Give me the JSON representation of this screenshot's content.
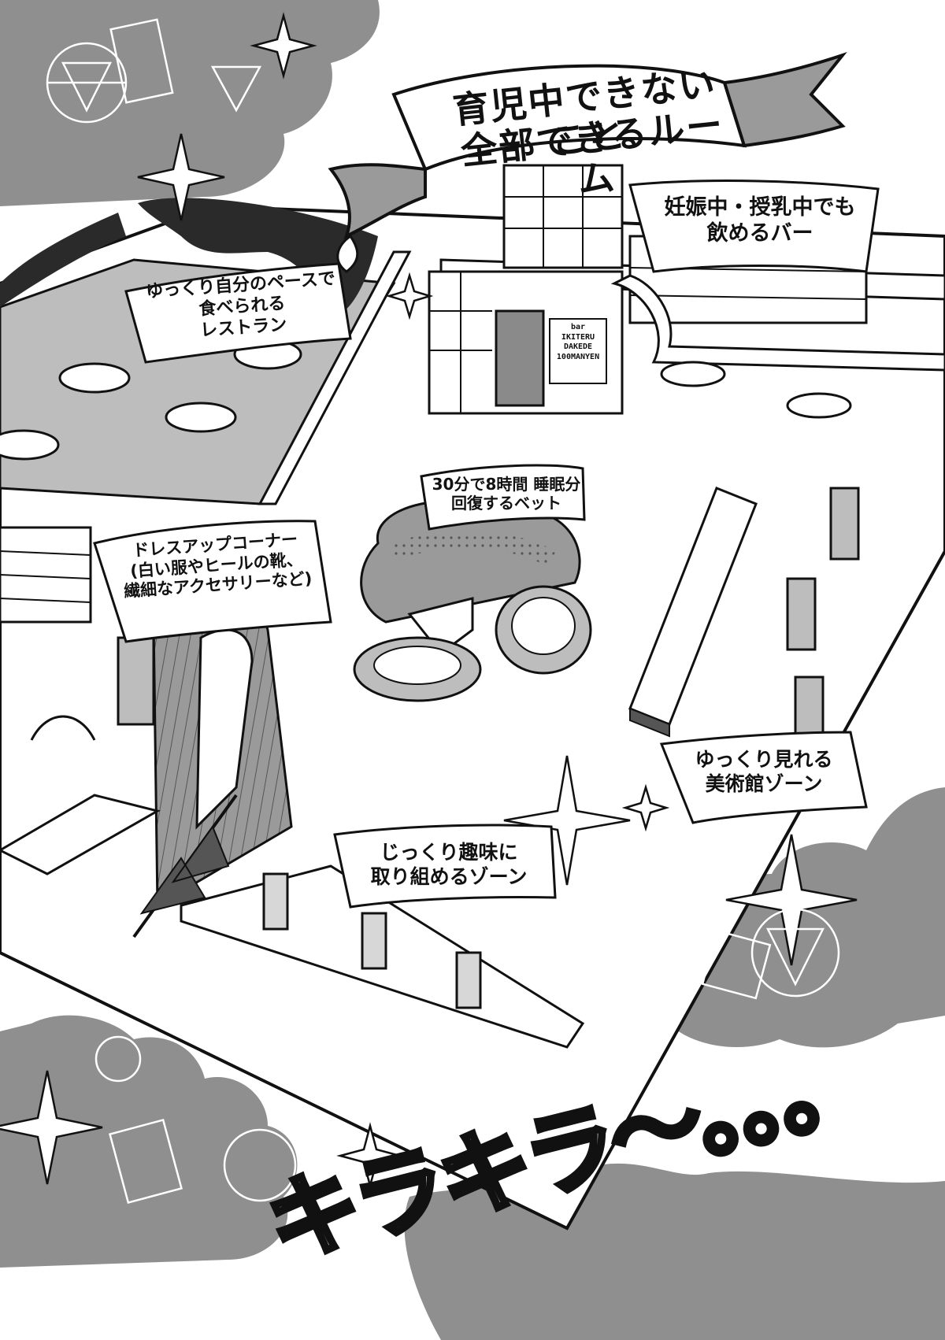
{
  "title": {
    "line1": "育児中できないこと",
    "line2": "全部できるルーム"
  },
  "zones": {
    "bar": "妊娠中・授乳中でも\n飲めるバー",
    "restaurant": "ゆっくり自分のペースで\n食べられる\nレストラン",
    "bed": "30分で8時間 睡眠分\n回復するベット",
    "dressup": "ドレスアップコーナー\n(白い服やヒールの靴、\n繊細なアクセサリーなど)",
    "museum": "ゆっくり見れる\n美術館ゾーン",
    "hobby": "じっくり趣味に\n取り組めるゾーン"
  },
  "bar_sign": "bar\nIKITERU\nDAKEDE\n100MANYEN",
  "sfx": "キラキラ〜。。。",
  "colors": {
    "cloud": "#8f8f8f",
    "floor": "#ffffff",
    "line": "#111111",
    "gray_floor": "#bdbdbd",
    "curtain": "#2a2a2a",
    "mushroom": "#9a9a9a"
  }
}
